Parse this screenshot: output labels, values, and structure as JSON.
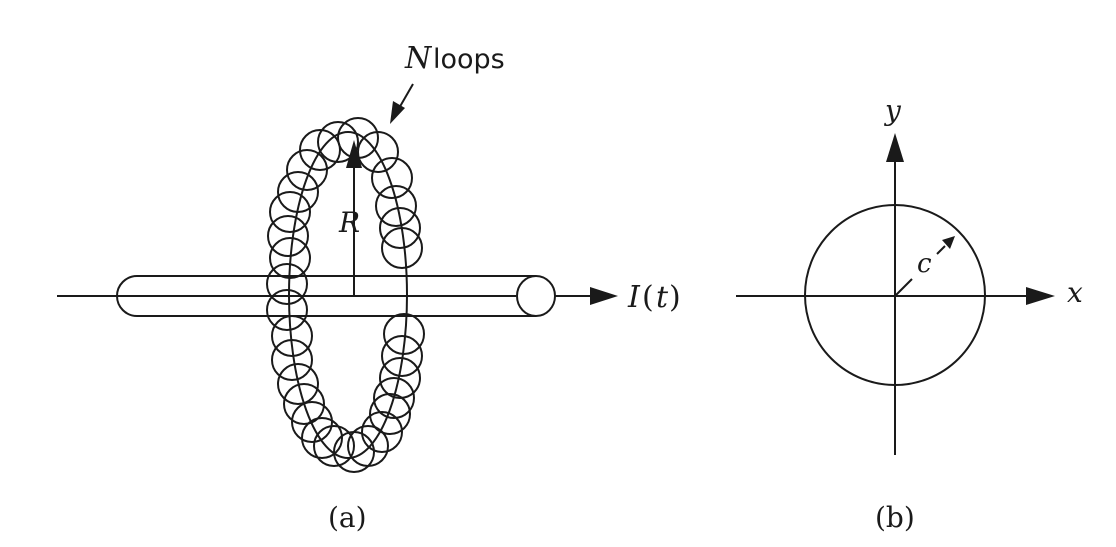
{
  "panel_a": {
    "loops_symbol": "N",
    "loops_word": "loops",
    "radius_label": "R",
    "current_I": "I",
    "current_paren_open": "(",
    "current_t": "t",
    "current_paren_close": ")",
    "caption": "(a)"
  },
  "panel_b": {
    "x_label": "x",
    "y_label": "y",
    "radius_label": "c",
    "caption": "(b)"
  },
  "colors": {
    "ink": "#1a1a1a",
    "background": "#ffffff"
  }
}
